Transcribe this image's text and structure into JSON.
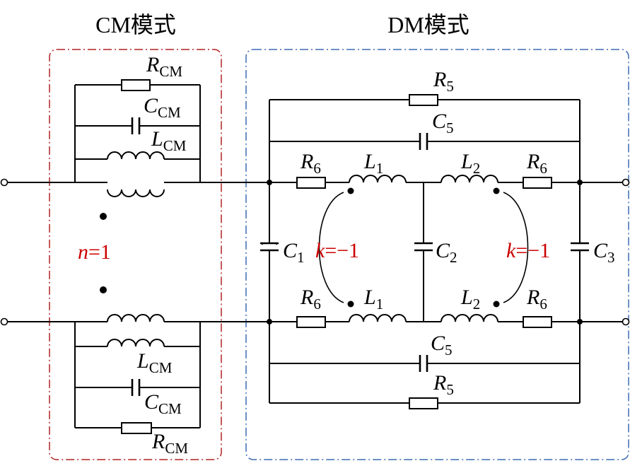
{
  "headers": {
    "cm": "CM模式",
    "dm": "DM模式"
  },
  "colors": {
    "cm_frame": "#b22222",
    "dm_frame": "#3d6bb3",
    "param_red": "#cc0000",
    "wire": "#000000"
  },
  "cm": {
    "r_top": {
      "sym": "R",
      "sub": "CM"
    },
    "c_top": {
      "sym": "C",
      "sub": "CM"
    },
    "l_top": {
      "sym": "L",
      "sub": "CM"
    },
    "l_bot": {
      "sym": "L",
      "sub": "CM"
    },
    "c_bot": {
      "sym": "C",
      "sub": "CM"
    },
    "r_bot": {
      "sym": "R",
      "sub": "CM"
    },
    "n_sym": "n",
    "n_val": "=1"
  },
  "dm": {
    "r5_top": {
      "sym": "R",
      "sub": "5"
    },
    "c5_top": {
      "sym": "C",
      "sub": "5"
    },
    "r6_tl": {
      "sym": "R",
      "sub": "6"
    },
    "l1_t": {
      "sym": "L",
      "sub": "1"
    },
    "l2_t": {
      "sym": "L",
      "sub": "2"
    },
    "r6_tr": {
      "sym": "R",
      "sub": "6"
    },
    "c1": {
      "sym": "C",
      "sub": "1"
    },
    "c2": {
      "sym": "C",
      "sub": "2"
    },
    "c3": {
      "sym": "C",
      "sub": "3"
    },
    "k_left": {
      "sym": "k",
      "val": "=−1"
    },
    "k_right": {
      "sym": "k",
      "val": "=−1"
    },
    "r6_bl": {
      "sym": "R",
      "sub": "6"
    },
    "l1_b": {
      "sym": "L",
      "sub": "1"
    },
    "l2_b": {
      "sym": "L",
      "sub": "2"
    },
    "r6_br": {
      "sym": "R",
      "sub": "6"
    },
    "c5_bot": {
      "sym": "C",
      "sub": "5"
    },
    "r5_bot": {
      "sym": "R",
      "sub": "5"
    }
  }
}
